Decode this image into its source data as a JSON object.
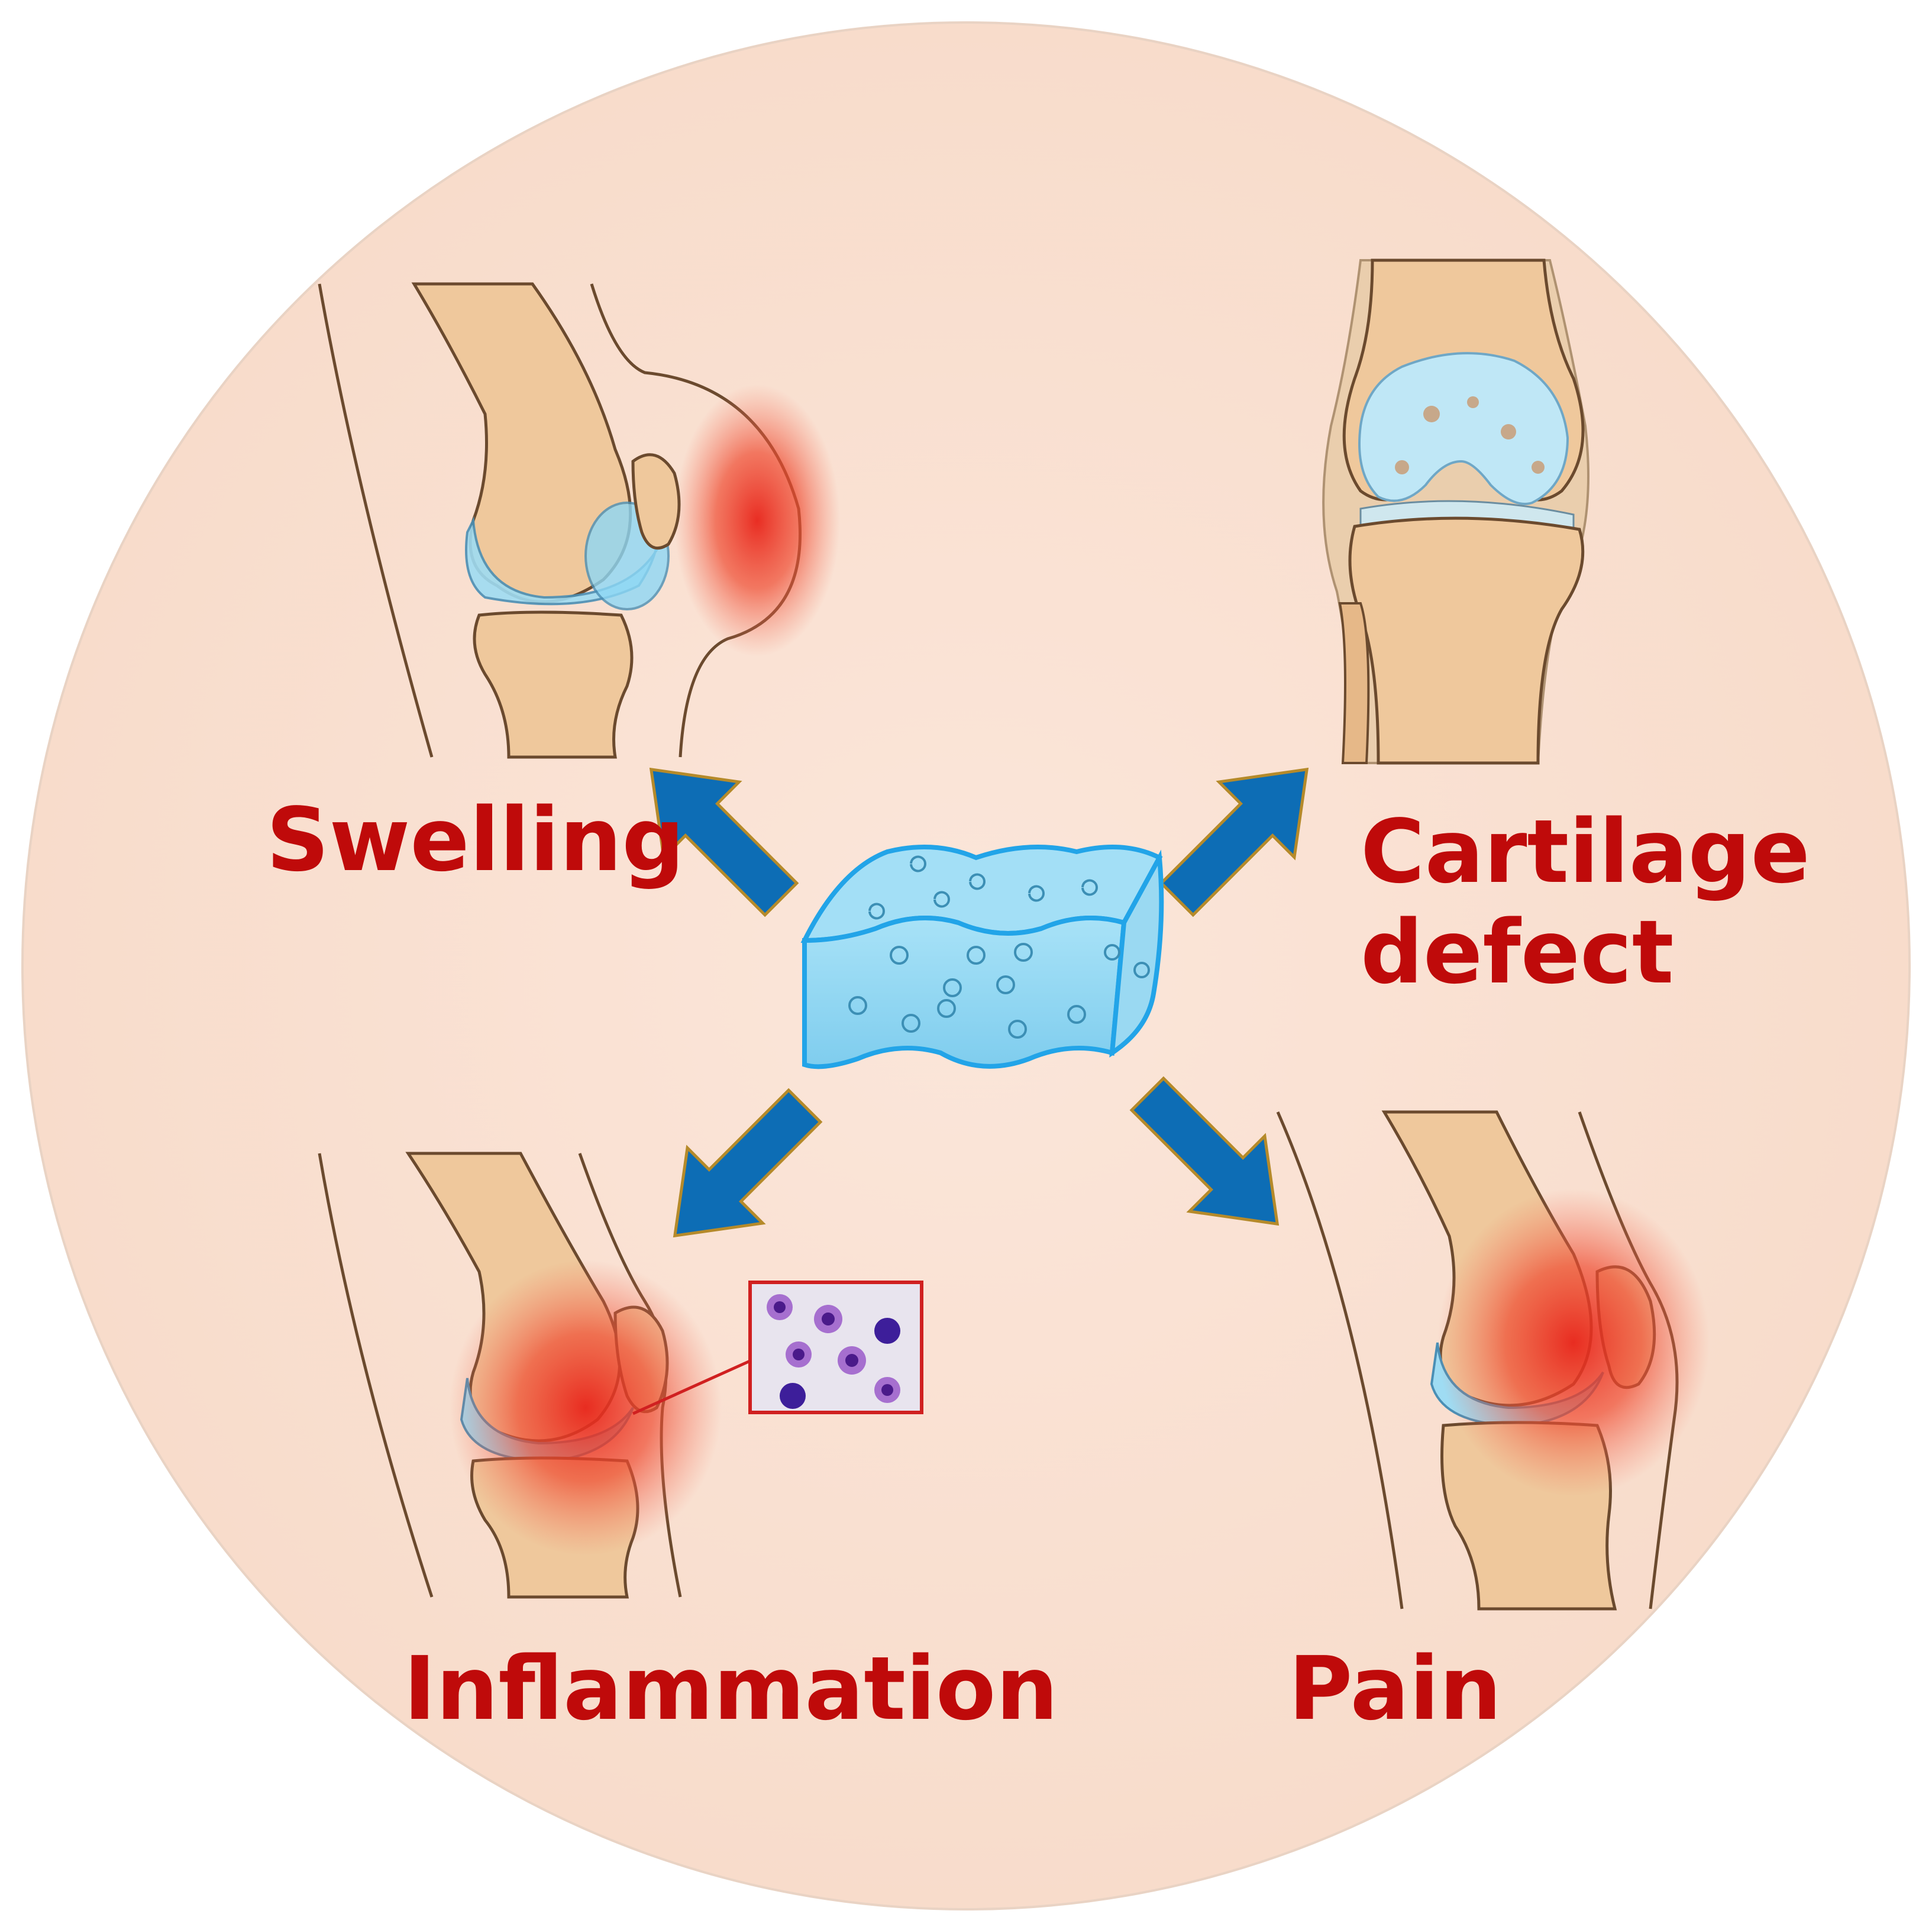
{
  "diagram": {
    "center": {
      "name": "porous-hydrogel-block"
    },
    "outcomes": [
      {
        "id": "swelling",
        "label": "Swelling"
      },
      {
        "id": "cartilage",
        "label_line1": "Cartilage",
        "label_line2": "defect"
      },
      {
        "id": "inflammation",
        "label": "Inflammation"
      },
      {
        "id": "pain",
        "label": "Pain"
      }
    ]
  },
  "colors": {
    "background_circle": "#fae3d6",
    "label_red": "#bf0a0a",
    "arrow_blue": "#0d6db5",
    "arrow_outline": "#b58a2a",
    "skin_tone": "#efc89c",
    "bone_outline": "#6b4a2e",
    "hydrogel_blue": "#8ed8f5",
    "hydrogel_outline": "#22a4e8",
    "inflammation_red": "#ee3b2a",
    "cell_purple": "#8a3fb8"
  }
}
